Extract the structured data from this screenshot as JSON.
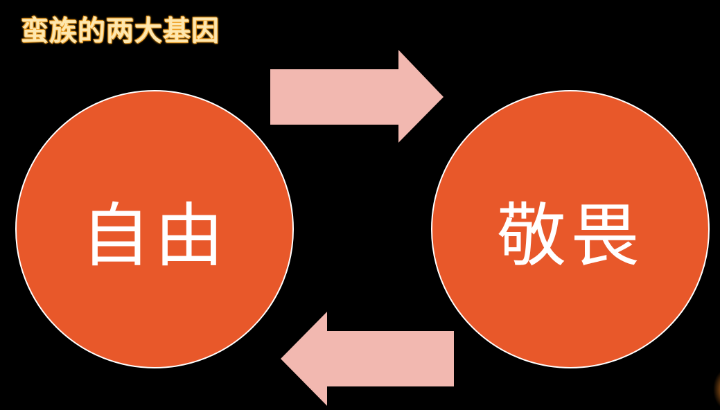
{
  "title": "蛮族的两大基因",
  "left_circle": {
    "label": "自由"
  },
  "right_circle": {
    "label": "敬畏"
  },
  "colors": {
    "circle": "#e8582a",
    "arrow": "#f2b8b0",
    "title": "#fde7b0"
  }
}
